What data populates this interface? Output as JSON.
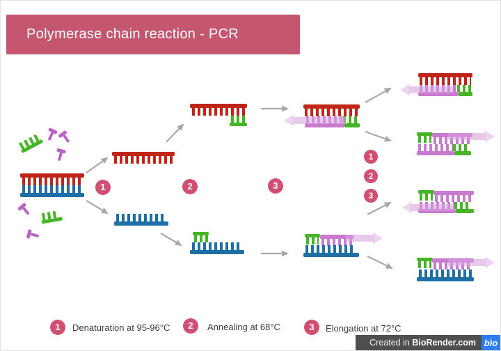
{
  "title": "Polymerase chain reaction - PCR",
  "legend": {
    "items": [
      {
        "num": "1",
        "label": "Denaturation at 95-96°C"
      },
      {
        "num": "2",
        "label": "Annealing at 68°C"
      },
      {
        "num": "3",
        "label": "Elongation at 72°C"
      }
    ]
  },
  "diagram": {
    "cycle1_markers": {
      "step1": "1",
      "step2": "2",
      "step3": "3"
    },
    "cycle2_markers": {
      "step1": "1",
      "step2": "2",
      "step3": "3"
    }
  },
  "watermark": {
    "prefix": "Created in ",
    "brand": "BioRender.com",
    "logo_text": "bìo"
  },
  "icons": {
    "primer": "green-comb-primer",
    "nucleotide": "purple-t-nucleotide",
    "biorender_logo": "blue-square-bio"
  },
  "colors": {
    "accent": "#c5566f",
    "marker": "#d14f72",
    "dna_red": "#bf2619",
    "dna_blue": "#1d6fa5",
    "primer_green": "#45b525",
    "new_strand_magenta": "#c77ad0",
    "nucleotide_purple": "#b964c6",
    "elongation_arrow": "#d9a3e0",
    "arrow_gray": "#a8a8a8",
    "watermark_bar": "#4f4f4f",
    "logo_blue": "#2d7ff0"
  }
}
